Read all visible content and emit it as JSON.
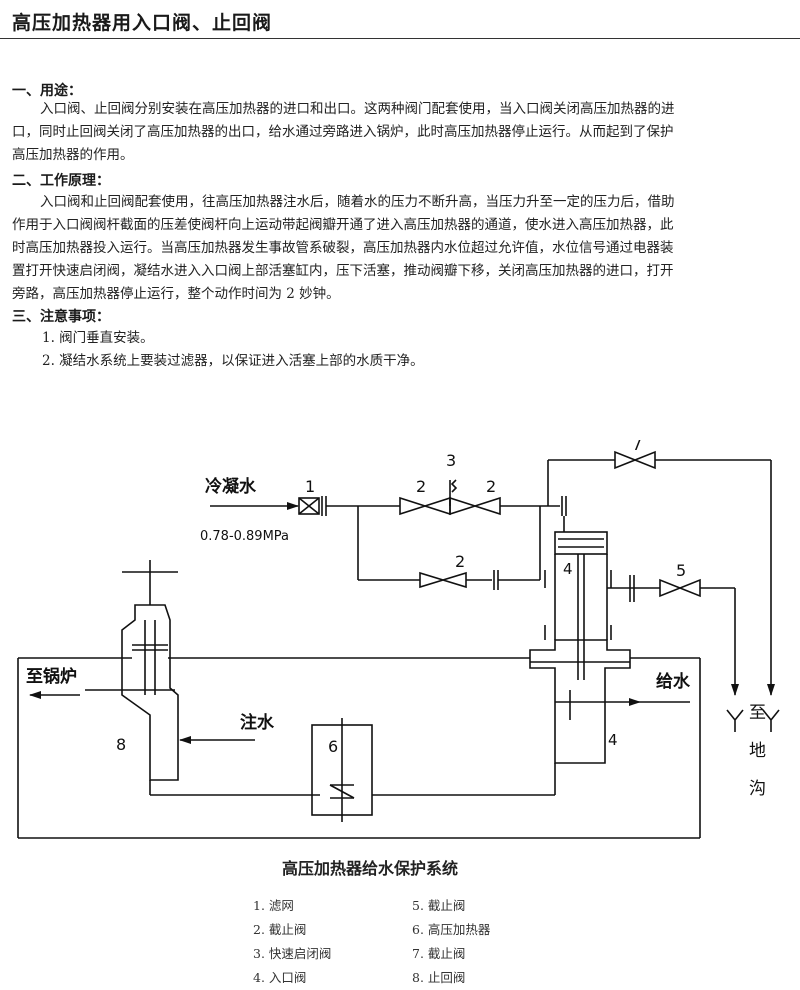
{
  "page_title": "高压加热器用入口阀、止回阀",
  "sections": {
    "usage_heading": "一、用途：",
    "usage_lines": [
      "入口阀、止回阀分别安装在高压加热器的进口和出口。这两种阀门配套使用，当入口阀关闭高压加热器的进",
      "口，同时止回阀关闭了高压加热器的出口，给水通过旁路进入锅炉，此时高压加热器停止运行。从而起到了保护",
      "高压加热器的作用。"
    ],
    "principle_heading": "二、工作原理：",
    "principle_lines": [
      "入口阀和止回阀配套使用，往高压加热器注水后，随着水的压力不断升高，当压力升至一定的压力后，借助",
      "作用于入口阀阀杆截面的压差使阀杆向上运动带起阀瓣开通了进入高压加热器的通道，使水进入高压加热器，此",
      "时高压加热器投入运行。当高压加热器发生事故管系破裂，高压加热器内水位超过允许值，水位信号通过电器装",
      "置打开快速启闭阀，凝结水进入入口阀上部活塞缸内，压下活塞，推动阀瓣下移，关闭高压加热器的进口，打开",
      "旁路，高压加热器停止运行，整个动作时间为 2 妙钟。"
    ],
    "notes_heading": "三、注意事项：",
    "notes": [
      "1. 阀门垂直安装。",
      "2. 凝结水系统上要装过滤器，以保证进入活塞上部的水质干净。"
    ]
  },
  "diagram": {
    "labels": {
      "condensate": "冷凝水",
      "pressure": "0.78-0.89MPa",
      "to_boiler": "至锅炉",
      "water_injection": "注水",
      "feed_water": "给水",
      "to_drain": [
        "至",
        "地",
        "沟"
      ]
    },
    "part_numbers": {
      "n1": "1",
      "n2a": "2",
      "n2b": "2",
      "n2c": "2",
      "n3": "3",
      "n4a": "4",
      "n4b": "4",
      "n5": "5",
      "n6": "6",
      "n7": "7",
      "n8": "8"
    },
    "title": "高压加热器给水保护系统",
    "legend_left": [
      "1. 滤网",
      "2. 截止阀",
      "3. 快速启闭阀",
      "4. 入口阀"
    ],
    "legend_right": [
      "5. 截止阀",
      "6. 高压加热器",
      "7. 截止阀",
      "8. 止回阀"
    ]
  }
}
